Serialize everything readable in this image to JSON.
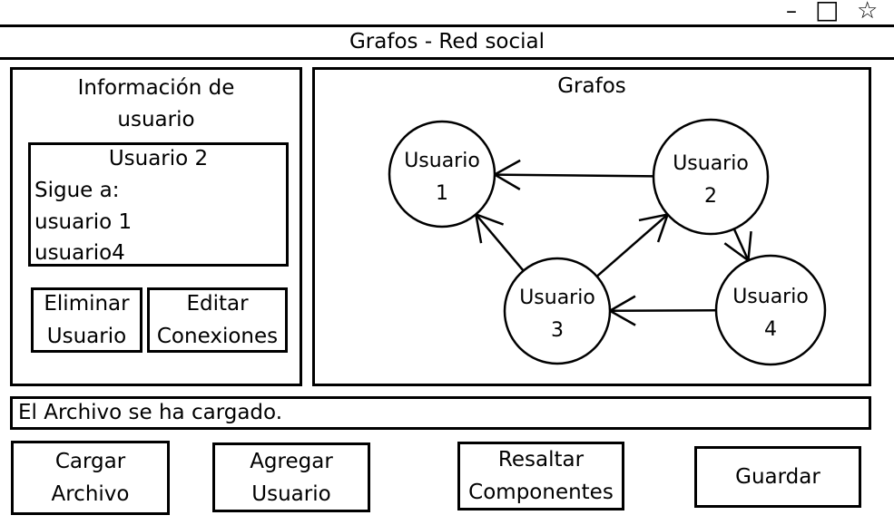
{
  "window": {
    "title": "Grafos - Red social",
    "controls": {
      "minimize": "–",
      "maximize": "□",
      "favorite": "☆"
    }
  },
  "info_panel": {
    "title": "Información de\nusuario",
    "card": {
      "header": "Usuario 2",
      "follows_label": "Sigue a:",
      "follows": [
        "usuario 1",
        "usuario4"
      ]
    },
    "delete_button": "Eliminar\nUsuario",
    "edit_button": "Editar\nConexiones"
  },
  "graph_panel": {
    "title": "Grafos",
    "nodes": [
      {
        "id": "u1",
        "line1": "Usuario",
        "line2": "1"
      },
      {
        "id": "u2",
        "line1": "Usuario",
        "line2": "2"
      },
      {
        "id": "u3",
        "line1": "Usuario",
        "line2": "3"
      },
      {
        "id": "u4",
        "line1": "Usuario",
        "line2": "4"
      }
    ],
    "edges": [
      {
        "from": "u2",
        "to": "u1"
      },
      {
        "from": "u3",
        "to": "u1"
      },
      {
        "from": "u3",
        "to": "u2"
      },
      {
        "from": "u2",
        "to": "u4"
      },
      {
        "from": "u4",
        "to": "u3"
      }
    ],
    "highlight_color": "#000000"
  },
  "status": {
    "message": "El Archivo se ha cargado."
  },
  "actions": {
    "load": "Cargar\nArchivo",
    "add": "Agregar\nUsuario",
    "highlight": "Resaltar\nComponentes",
    "save": "Guardar"
  }
}
